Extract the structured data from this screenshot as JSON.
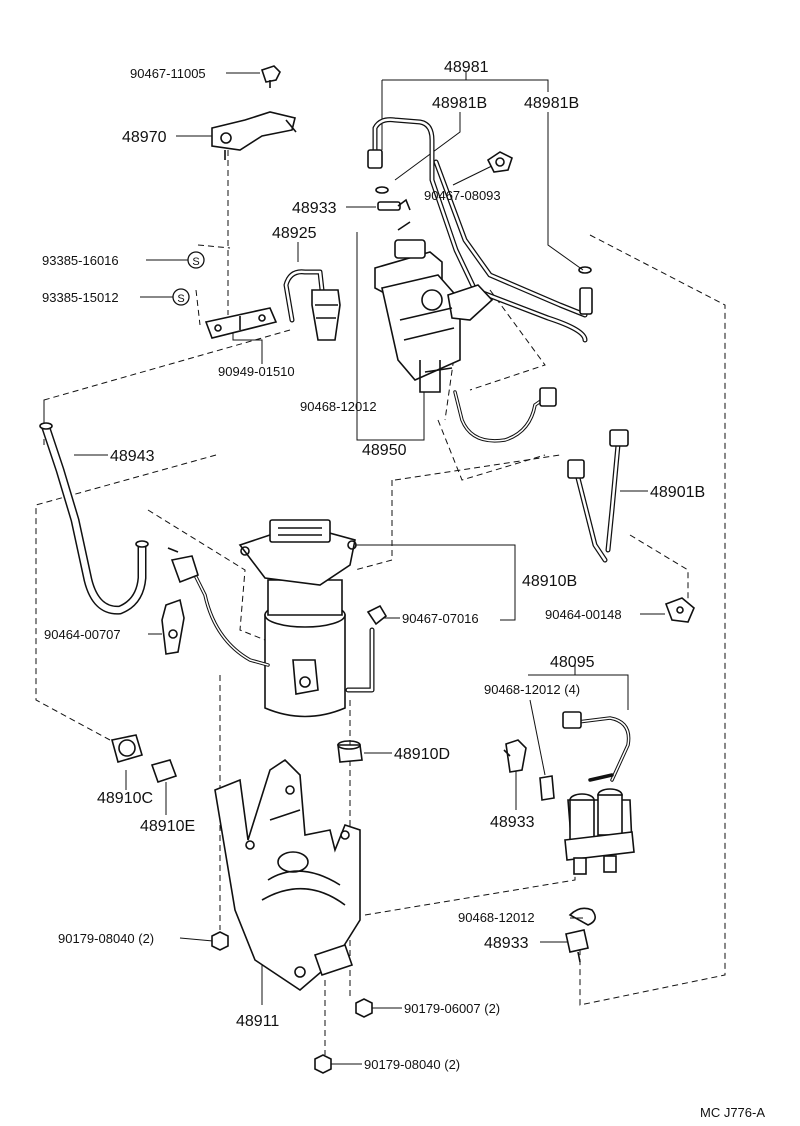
{
  "labels": {
    "p90467_11005": "90467-11005",
    "p48970": "48970",
    "p48981": "48981",
    "p48981B_left": "48981B",
    "p48981B_right": "48981B",
    "p90467_08093": "90467-08093",
    "p48933_top": "48933",
    "p48925": "48925",
    "p93385_16016": "93385-16016",
    "p93385_15012": "93385-15012",
    "p90949_01510": "90949-01510",
    "p90468_12012_top": "90468-12012",
    "p48950": "48950",
    "p48943": "48943",
    "p48901B": "48901B",
    "p48910B": "48910B",
    "p90467_07016": "90467-07016",
    "p90464_00148": "90464-00148",
    "p90464_00707": "90464-00707",
    "p48095": "48095",
    "p90468_12012_4": "90468-12012 (4)",
    "p48910D": "48910D",
    "p48910C": "48910C",
    "p48910E": "48910E",
    "p48933_mid": "48933",
    "p90468_12012_bot": "90468-12012",
    "p48933_bot": "48933",
    "p90179_08040_left": "90179-08040 (2)",
    "p48911": "48911",
    "p90179_06007": "90179-06007 (2)",
    "p90179_08040_bot": "90179-08040 (2)",
    "s_mark_1": "S",
    "s_mark_2": "S"
  },
  "footer": {
    "code": "MC J776-A"
  }
}
